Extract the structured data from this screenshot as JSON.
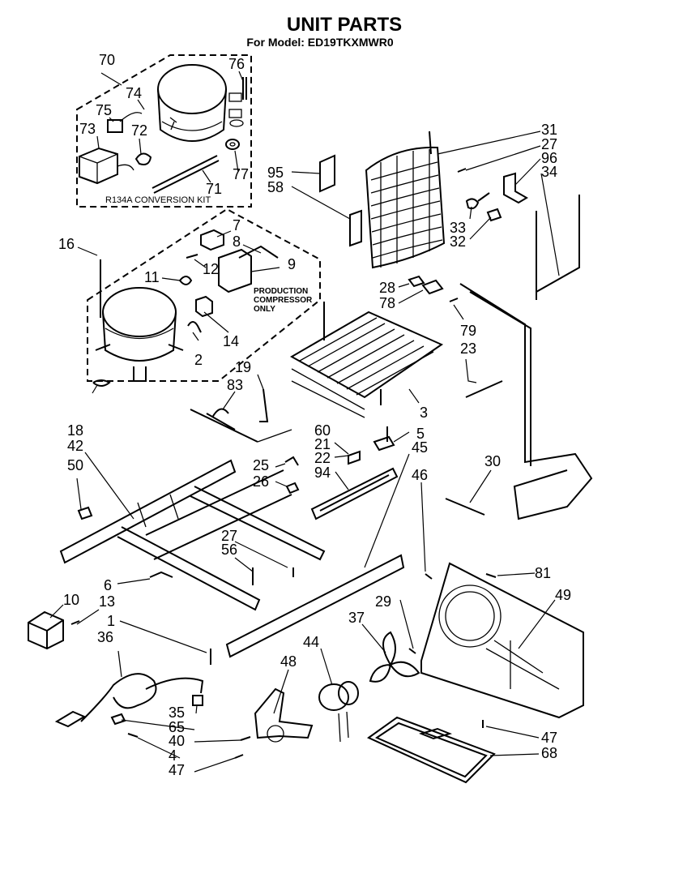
{
  "title": "UNIT PARTS",
  "subtitle": "For Model: ED19TKXMWR0",
  "kit_label": "R134A CONVERSION KIT",
  "production_note": [
    "PRODUCTION",
    "COMPRESSOR",
    "ONLY"
  ],
  "labels": [
    {
      "id": "l70",
      "text": "70"
    },
    {
      "id": "l74",
      "text": "74"
    },
    {
      "id": "l76",
      "text": "76"
    },
    {
      "id": "l75",
      "text": "75"
    },
    {
      "id": "l73",
      "text": "73"
    },
    {
      "id": "l72",
      "text": "72"
    },
    {
      "id": "l77",
      "text": "77"
    },
    {
      "id": "l71",
      "text": "71"
    },
    {
      "id": "l7",
      "text": "7"
    },
    {
      "id": "l8",
      "text": "8"
    },
    {
      "id": "l16",
      "text": "16"
    },
    {
      "id": "l12",
      "text": "12"
    },
    {
      "id": "l9",
      "text": "9"
    },
    {
      "id": "l11",
      "text": "11"
    },
    {
      "id": "l14",
      "text": "14"
    },
    {
      "id": "l2",
      "text": "2"
    },
    {
      "id": "l31",
      "text": "31"
    },
    {
      "id": "l27a",
      "text": "27"
    },
    {
      "id": "l96",
      "text": "96"
    },
    {
      "id": "l34",
      "text": "34"
    },
    {
      "id": "l95",
      "text": "95"
    },
    {
      "id": "l58",
      "text": "58"
    },
    {
      "id": "l33",
      "text": "33"
    },
    {
      "id": "l32",
      "text": "32"
    },
    {
      "id": "l28",
      "text": "28"
    },
    {
      "id": "l78",
      "text": "78"
    },
    {
      "id": "l79",
      "text": "79"
    },
    {
      "id": "l23",
      "text": "23"
    },
    {
      "id": "l3",
      "text": "3"
    },
    {
      "id": "l19",
      "text": "19"
    },
    {
      "id": "l83",
      "text": "83"
    },
    {
      "id": "l60",
      "text": "60"
    },
    {
      "id": "l21",
      "text": "21"
    },
    {
      "id": "l5",
      "text": "5"
    },
    {
      "id": "l22",
      "text": "22"
    },
    {
      "id": "l45",
      "text": "45"
    },
    {
      "id": "l25",
      "text": "25"
    },
    {
      "id": "l94",
      "text": "94"
    },
    {
      "id": "l26",
      "text": "26"
    },
    {
      "id": "l46",
      "text": "46"
    },
    {
      "id": "l30",
      "text": "30"
    },
    {
      "id": "l18",
      "text": "18"
    },
    {
      "id": "l42",
      "text": "42"
    },
    {
      "id": "l50",
      "text": "50"
    },
    {
      "id": "l27b",
      "text": "27"
    },
    {
      "id": "l56",
      "text": "56"
    },
    {
      "id": "l6",
      "text": "6"
    },
    {
      "id": "l10",
      "text": "10"
    },
    {
      "id": "l13",
      "text": "13"
    },
    {
      "id": "l1",
      "text": "1"
    },
    {
      "id": "l81",
      "text": "81"
    },
    {
      "id": "l49",
      "text": "49"
    },
    {
      "id": "l29",
      "text": "29"
    },
    {
      "id": "l37",
      "text": "37"
    },
    {
      "id": "l44",
      "text": "44"
    },
    {
      "id": "l36",
      "text": "36"
    },
    {
      "id": "l48",
      "text": "48"
    },
    {
      "id": "l35",
      "text": "35"
    },
    {
      "id": "l65",
      "text": "65"
    },
    {
      "id": "l40",
      "text": "40"
    },
    {
      "id": "l4",
      "text": "4"
    },
    {
      "id": "l47a",
      "text": "47"
    },
    {
      "id": "l47b",
      "text": "47"
    },
    {
      "id": "l68",
      "text": "68"
    }
  ]
}
